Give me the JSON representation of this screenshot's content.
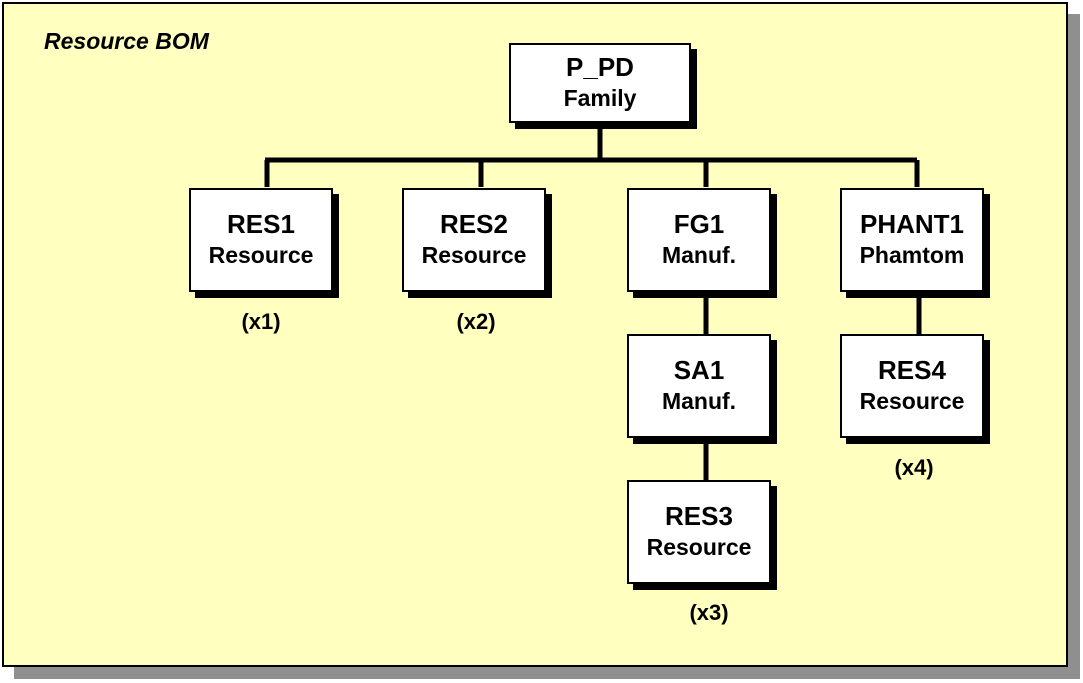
{
  "diagram": {
    "title": "Resource BOM",
    "nodes": {
      "root": {
        "name": "P_PD",
        "type": "Family"
      },
      "res1": {
        "name": "RES1",
        "type": "Resource",
        "qty": "(x1)"
      },
      "res2": {
        "name": "RES2",
        "type": "Resource",
        "qty": "(x2)"
      },
      "fg1": {
        "name": "FG1",
        "type": "Manuf."
      },
      "phant1": {
        "name": "PHANT1",
        "type": "Phamtom"
      },
      "sa1": {
        "name": "SA1",
        "type": "Manuf."
      },
      "res4": {
        "name": "RES4",
        "type": "Resource",
        "qty": "(x4)"
      },
      "res3": {
        "name": "RES3",
        "type": "Resource",
        "qty": "(x3)"
      }
    },
    "colors": {
      "background": "#ffffc0",
      "node_fill": "#ffffff",
      "border": "#000000",
      "frame_shadow": "#8f8f8f"
    }
  }
}
